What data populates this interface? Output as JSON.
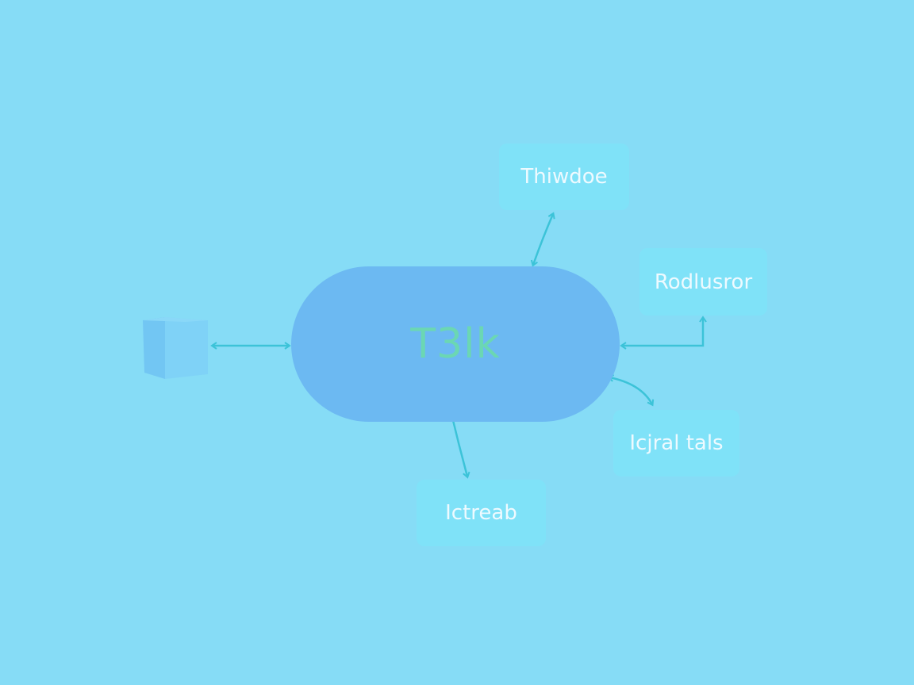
{
  "diagram": {
    "center": {
      "label": "T3lk"
    },
    "nodes": [
      {
        "id": "top",
        "label": "Thiwdoe"
      },
      {
        "id": "right",
        "label": "Rodlusror"
      },
      {
        "id": "lower-right",
        "label": "Icjral tals"
      },
      {
        "id": "bottom",
        "label": "Ictreab"
      }
    ],
    "colors": {
      "background": "#86dcf6",
      "center_fill": "#6cb9f2",
      "center_text": "#6bd7b3",
      "node_fill": "#7fe2f8",
      "node_text": "#eefaff",
      "connector": "#3cc3d8",
      "cube_front": "#7ccff6",
      "cube_side": "#6ec4f2"
    },
    "icons": [
      "cube-icon"
    ]
  }
}
